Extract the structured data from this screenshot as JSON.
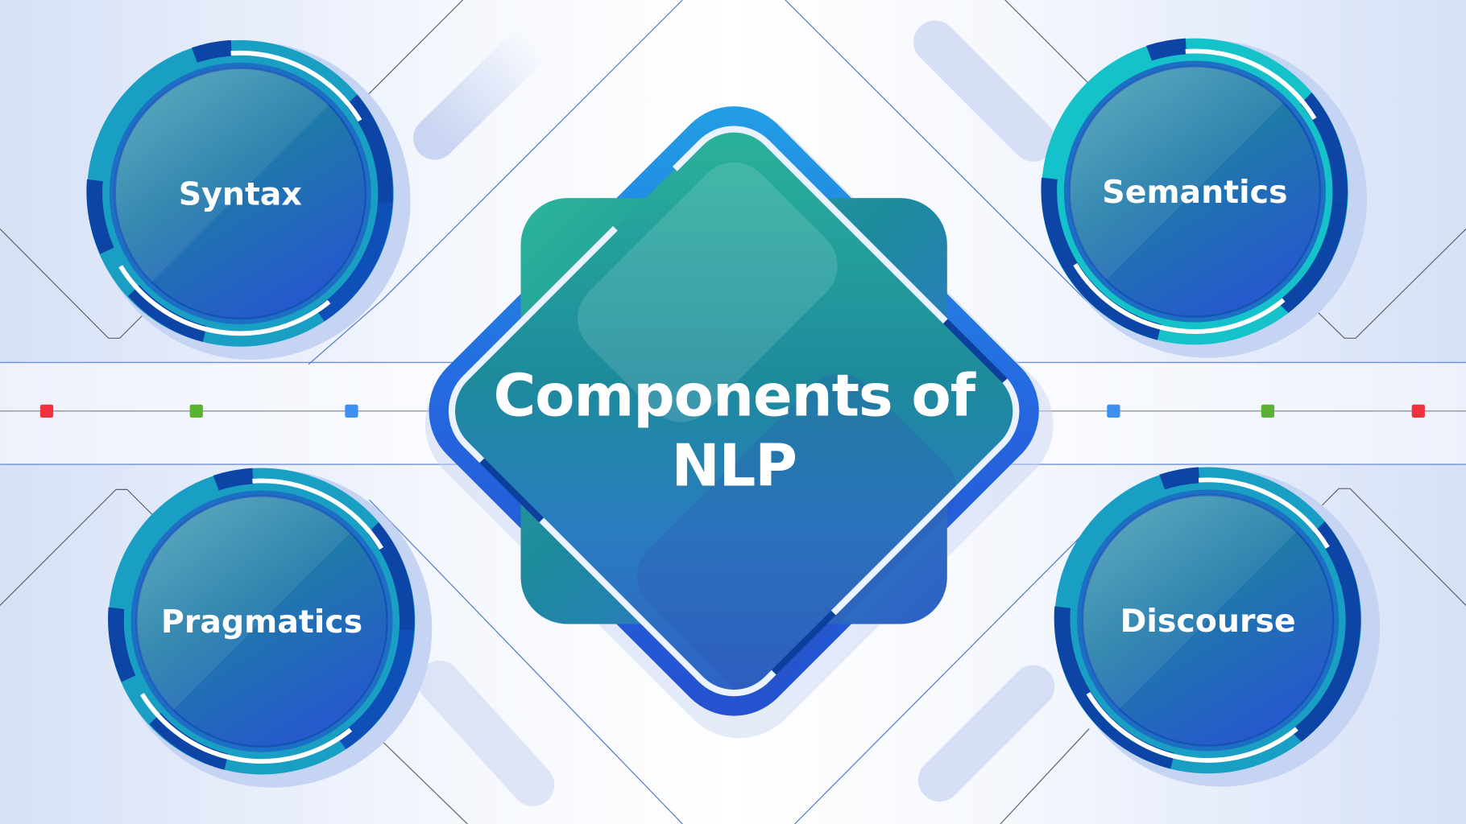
{
  "title": {
    "line1": "Components of",
    "line2": "NLP"
  },
  "components": [
    {
      "id": "syntax",
      "label": "Syntax",
      "position": "top-left"
    },
    {
      "id": "semantics",
      "label": "Semantics",
      "position": "top-right"
    },
    {
      "id": "pragmatics",
      "label": "Pragmatics",
      "position": "bottom-left"
    },
    {
      "id": "discourse",
      "label": "Discourse",
      "position": "bottom-right"
    }
  ],
  "markers": {
    "left": [
      "red",
      "green",
      "blue"
    ],
    "right": [
      "blue",
      "green",
      "red"
    ]
  },
  "colors": {
    "background_light": "#dfe7f8",
    "ring_teal": "#1a9fc4",
    "ring_teal_bright": "#16c2c9",
    "ring_dark": "#0c45a6",
    "circle_fill_top": "#3a9ab5",
    "circle_fill_bottom": "#2a5fcf",
    "diamond_outer": "#2563e0",
    "diamond_fill_teal": "#1fa899",
    "diamond_fill_blue": "#2570c8",
    "marker_red": "#f0323e",
    "marker_green": "#5bb233",
    "marker_blue": "#3d8ff0",
    "text": "#ffffff"
  }
}
